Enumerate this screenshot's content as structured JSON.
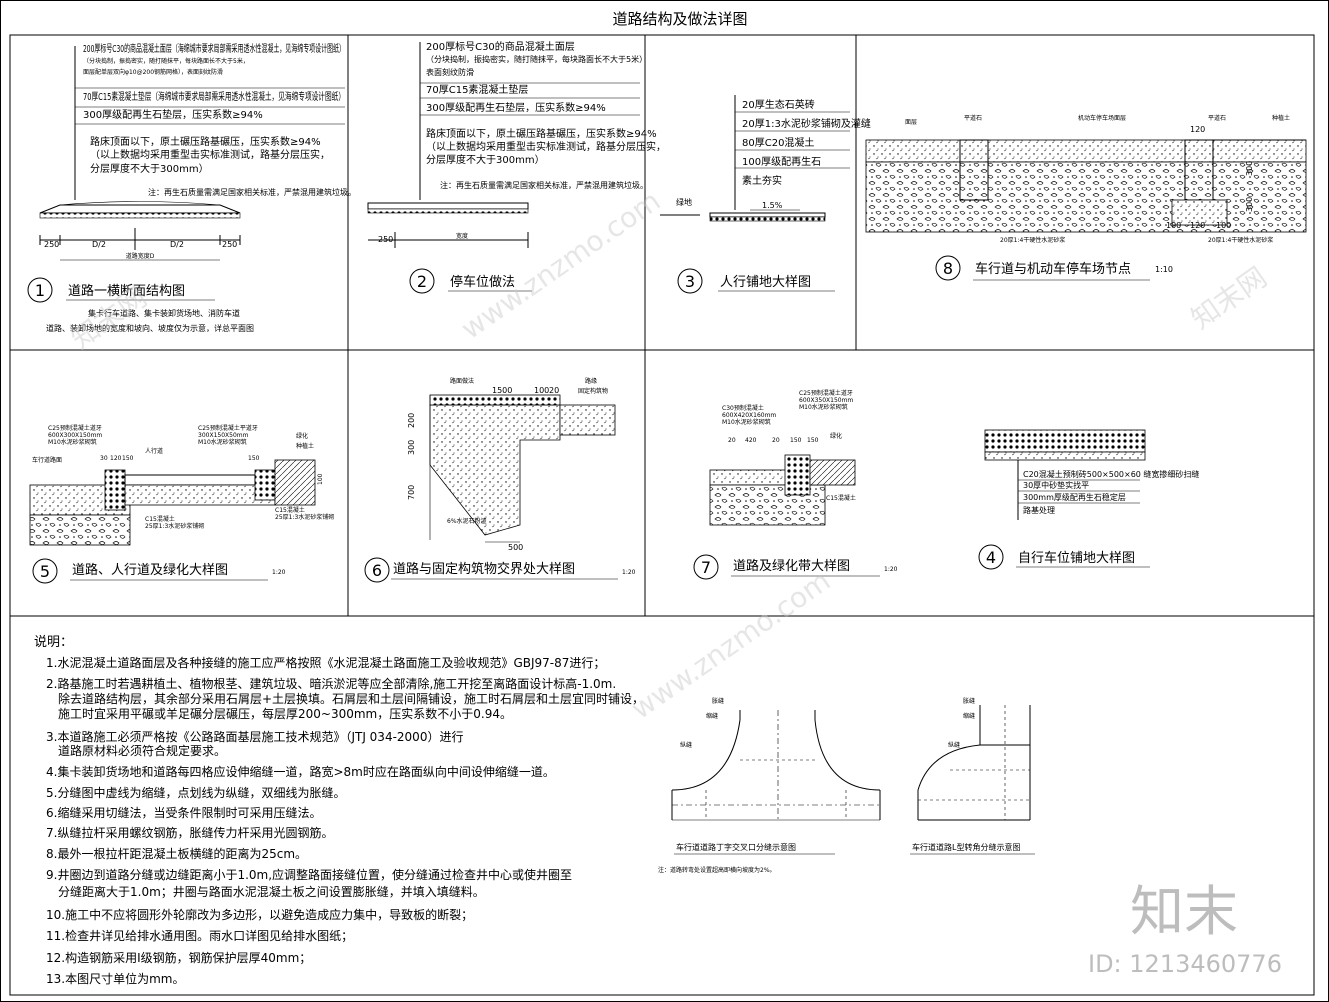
{
  "sheet_title": "道路结构及做法详图",
  "panels": {
    "p1": {
      "num": "1",
      "title": "道路一横断面结构图",
      "layers": [
        "200厚标号C30的商品混凝土面层（海绵城市要求局部需采用透水性混凝土，见海绵专项设计图纸）",
        "（分块捣制，振捣密实，随打随抹平，每块路面长不大于5米，",
        "面层配单层双向φ10@200钢筋网格），表面刻纹防滑",
        "70厚C15素混凝土垫层（海绵城市要求局部需采用透水性混凝土，见海绵专项设计图纸）",
        "300厚级配再生石垫层，压实系数≥94%",
        "路床顶面以下，原土碾压路基碾压，压实系数≥94%",
        "（以上数据均采用重型击实标准测试，路基分层压实，",
        "分层厚度不大于300mm）"
      ],
      "note": "注：再生石质量需满足国家相关标准，严禁混用建筑垃圾。",
      "dims": [
        "250",
        "D/2",
        "D/2",
        "250"
      ],
      "dim_label": "道路宽度D",
      "remarks": [
        "集卡行车道路、集卡装卸货场地、消防车道",
        "道路、装卸场地的宽度和坡向、坡度仅为示意，详总平面图"
      ]
    },
    "p2": {
      "num": "2",
      "title": "停车位做法",
      "layers": [
        "200厚标号C30的商品混凝土面层",
        "（分块捣制，振捣密实，随打随抹平，每块路面长不大于5米）",
        "表面刻纹防滑",
        "70厚C15素混凝土垫层",
        "300厚级配再生石垫层，压实系数≥94%",
        "路床顶面以下，原土碾压路基碾压，压实系数≥94%",
        "（以上数据均采用重型击实标准测试，路基分层压实，",
        "分层厚度不大于300mm）"
      ],
      "note": "注：再生石质量需满足国家相关标准，严禁混用建筑垃圾。",
      "dims": [
        "250",
        "宽度"
      ]
    },
    "p3": {
      "num": "3",
      "title": "人行铺地大样图",
      "layers": [
        "20厚生态石英砖",
        "20厚1:3水泥砂浆铺砌及灌缝",
        "80厚C20混凝土",
        "100厚级配再生石",
        "素土夯实"
      ],
      "ground": "绿地",
      "slope": "1.5%"
    },
    "p8": {
      "num": "8",
      "title": "车行道与机动车停车场节点",
      "scale": "1:10",
      "labels": [
        "面层",
        "平道石",
        "机动车停车场面层",
        "平道石",
        "种植土"
      ],
      "dims": [
        "120",
        "300",
        "300",
        "100",
        "120",
        "100"
      ],
      "bottom": [
        "20厚1:4干硬性水泥砂浆",
        "20厚1:4干硬性水泥砂浆"
      ]
    },
    "p5": {
      "num": "5",
      "title": "道路、人行道及绿化大样图",
      "scale": "1:20",
      "labels": [
        "C25预制混凝土道牙",
        "600X300X150mm",
        "M10水泥砂浆砌筑",
        "C25预制混凝土平道牙",
        "300X150X50mm",
        "M10水泥砂浆砌筑",
        "绿化",
        "种植土",
        "C15混凝土",
        "25厚1:3水泥砂浆铺砌",
        "C15混凝土",
        "25厚1:3水泥砂浆铺砌",
        "人行道",
        "车行道路面"
      ],
      "dims": [
        "30",
        "120",
        "150",
        "150",
        "100"
      ]
    },
    "p6": {
      "num": "6",
      "title": "道路与固定构筑物交界处大样图",
      "scale": "1:20",
      "labels": [
        "路面做法",
        "路缘",
        "固定构筑物",
        "6%水泥石粉渣"
      ],
      "dims": [
        "1500",
        "100",
        "20",
        "200",
        "300",
        "700",
        "500"
      ]
    },
    "p7": {
      "num": "7",
      "title": "道路及绿化带大样图",
      "scale": "1:20",
      "labels": [
        "C30预制混凝土",
        "600X420X160mm",
        "M10水泥砂浆砌筑",
        "C25预制混凝土道牙",
        "600X350X150mm",
        "M10水泥砂浆砌筑",
        "绿化",
        "C15混凝土"
      ],
      "dims": [
        "20",
        "420",
        "20",
        "150",
        "150"
      ]
    },
    "p4": {
      "num": "4",
      "title": "自行车位铺地大样图",
      "layers": [
        "C20混凝土预制砖500×500×60 缝宽掺细砂扫缝",
        "30厚中砂垫实找平",
        "300mm厚级配再生石稳定层",
        "路基处理"
      ]
    }
  },
  "notes": {
    "heading": "说明：",
    "items": [
      "1.水泥混凝土道路面层及各种接缝的施工应严格按照《水泥混凝土路面施工及验收规范》GBJ97-87进行；",
      "2.路基施工时若遇耕植土、植物根茎、建筑垃圾、暗浜淤泥等应全部清除,施工开挖至离路面设计标高-1.0m.",
      "除去道路结构层，其余部分采用石屑层+土层换填。石屑层和土层间隔铺设，施工时石屑层和土层宜同时铺设，",
      "施工时宜采用平碾或羊足碾分层碾压，每层厚200~300mm，压实系数不小于0.94。",
      "3.本道路施工必须严格按《公路路面基层施工技术规范》（JTJ 034-2000）进行",
      "道路原材料必须符合规定要求。",
      "4.集卡装卸货场地和道路每四格应设伸缩缝一道，路宽>8m时应在路面纵向中间设伸缩缝一道。",
      "5.分缝图中虚线为缩缝，点划线为纵缝，双细线为胀缝。",
      "6.缩缝采用切缝法，当受条件限制时可采用压缝法。",
      "7.纵缝拉杆采用螺纹钢筋，胀缝传力杆采用光圆钢筋。",
      "8.最外一根拉杆距混凝土板横缝的距离为25cm。",
      "9.井圈边到道路分缝或边缝距离小于1.0m,应调整路面接缝位置，使分缝通过检查井中心或使井圈至",
      "分缝距离大于1.0m；井圈与路面水泥混凝土板之间设置膨胀缝，并填入填缝料。",
      "10.施工中不应将圆形外轮廓改为多边形，以避免造成应力集中，导致板的断裂；",
      "11.检查井详见给排水通用图。雨水口详图见给排水图纸；",
      "12.构造钢筋采用Ⅰ级钢筋，钢筋保护层厚40mm；",
      "13.本图尺寸单位为mm。"
    ]
  },
  "joint_diagrams": {
    "tee": {
      "caption": "车行道道路丁字交叉口分缝示意图",
      "labels": [
        "胀缝",
        "缩缝",
        "纵缝"
      ],
      "footnote": "注：道路转弯处设置超高即横向坡度为2%。"
    },
    "lshape": {
      "caption": "车行道道路L型转角分缝示意图",
      "labels": [
        "胀缝",
        "缩缝",
        "纵缝"
      ]
    }
  },
  "watermark": {
    "logo": "知末",
    "id_text": "ID: 1213460776",
    "site": "www.znzmo.com",
    "brand": "知末网"
  }
}
